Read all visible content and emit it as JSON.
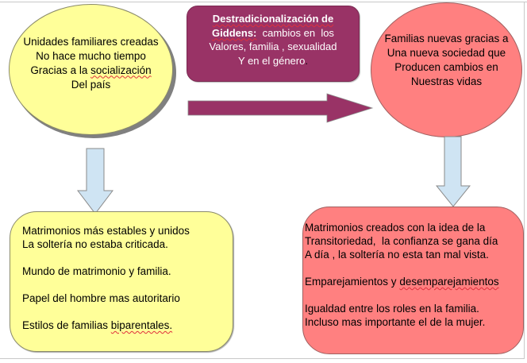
{
  "diagram": {
    "colors": {
      "yellow_fill": "#ffff99",
      "red_fill": "#ff8080",
      "purple_fill": "#993366",
      "arrow_down_fill": "#cfe4f3",
      "shadow": "#808080"
    },
    "ellipse_left": {
      "lines": [
        "Unidades familiares creadas",
        "No hace mucho tiempo",
        "Gracias a la ",
        "socialización",
        "Del país"
      ]
    },
    "title_box": {
      "bold_line1": "Destradicionalización de",
      "bold_line2": "Giddens:",
      "rest_line2": "  cambios en  los",
      "line3": "Valores, familia , sexualidad",
      "line4": "Y en el género",
      "line4_end": "."
    },
    "ellipse_right": {
      "lines": [
        "Familias nuevas gracias a",
        "Una nueva sociedad que",
        "Producen cambios en",
        "Nuestras vidas"
      ]
    },
    "box_left": {
      "items": [
        "Matrimonios más estables y unidos",
        "La soltería no estaba criticada.",
        "Mundo de matrimonio y familia.",
        "Papel del hombre mas autoritario",
        "Estilos de familias ",
        "biparentales."
      ]
    },
    "box_right": {
      "items": [
        "Matrimonios creados con la idea de la",
        "Transitoriedad,  la confianza se gana día",
        "A día , la soltería no esta tan mal vista.",
        "Emparejamientos y ",
        "desemparejamientos",
        "Igualdad entre los roles en la familia.",
        "Incluso mas importante el de la mujer."
      ]
    }
  }
}
